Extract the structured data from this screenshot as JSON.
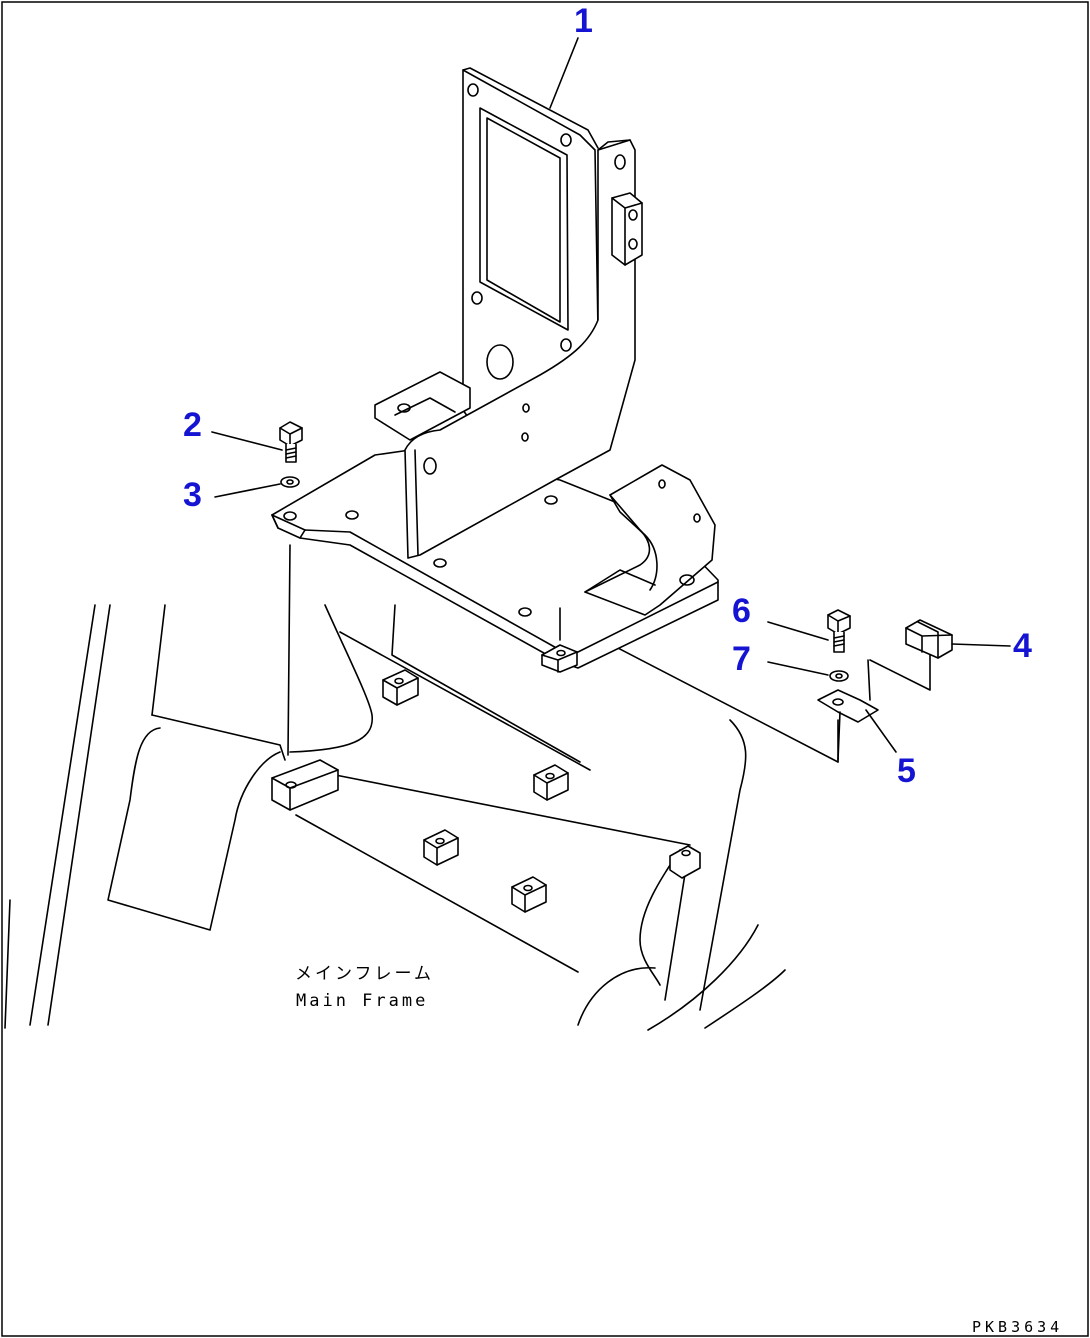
{
  "callouts": [
    {
      "number": "1",
      "part": "bracket"
    },
    {
      "number": "2",
      "part": "bolt"
    },
    {
      "number": "3",
      "part": "washer"
    },
    {
      "number": "4",
      "part": "block"
    },
    {
      "number": "5",
      "part": "plate"
    },
    {
      "number": "6",
      "part": "bolt"
    },
    {
      "number": "7",
      "part": "washer"
    }
  ],
  "frame_label": {
    "japanese": "メインフレーム",
    "english": "Main Frame"
  },
  "drawing_code": "PKB3634",
  "colors": {
    "callout": "#1414d2",
    "linework": "#000000",
    "background": "#ffffff"
  }
}
